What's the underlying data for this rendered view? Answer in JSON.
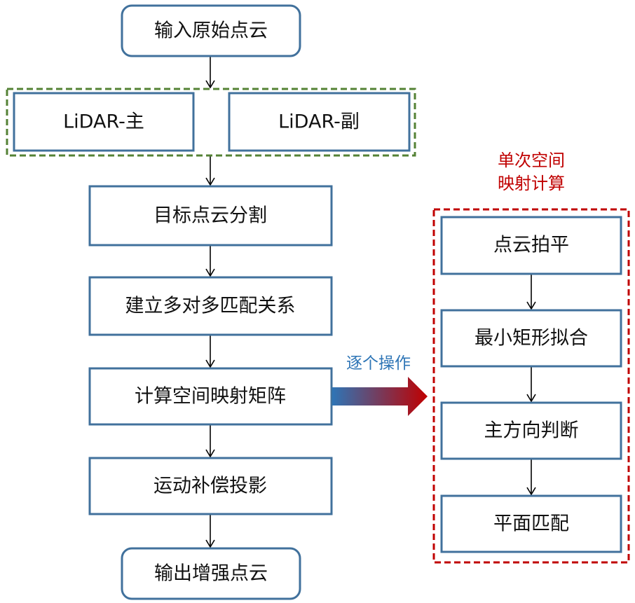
{
  "nodes": {
    "input": "输入原始点云",
    "lidar_main": "LiDAR-主",
    "lidar_sub": "LiDAR-副",
    "segmentation": "目标点云分割",
    "correspondence": "建立多对多匹配关系",
    "compute_matrix": "计算空间映射矩阵",
    "motion_compensation": "运动补偿投影",
    "output": "输出增强点云"
  },
  "side_panel": {
    "title_line1": "单次空间",
    "title_line2": "映射计算",
    "steps": [
      "点云拍平",
      "最小矩形拟合",
      "主方向判断",
      "平面匹配"
    ]
  },
  "edge_label": "逐个操作",
  "colors": {
    "box_border": "#41719c",
    "lidar_group_border": "#548235",
    "side_panel_border": "#c00000",
    "arrow_gradient_start": "#2e75b6",
    "arrow_gradient_end": "#c00000",
    "side_title": "#c00000",
    "edge_label": "#2e75b6"
  }
}
